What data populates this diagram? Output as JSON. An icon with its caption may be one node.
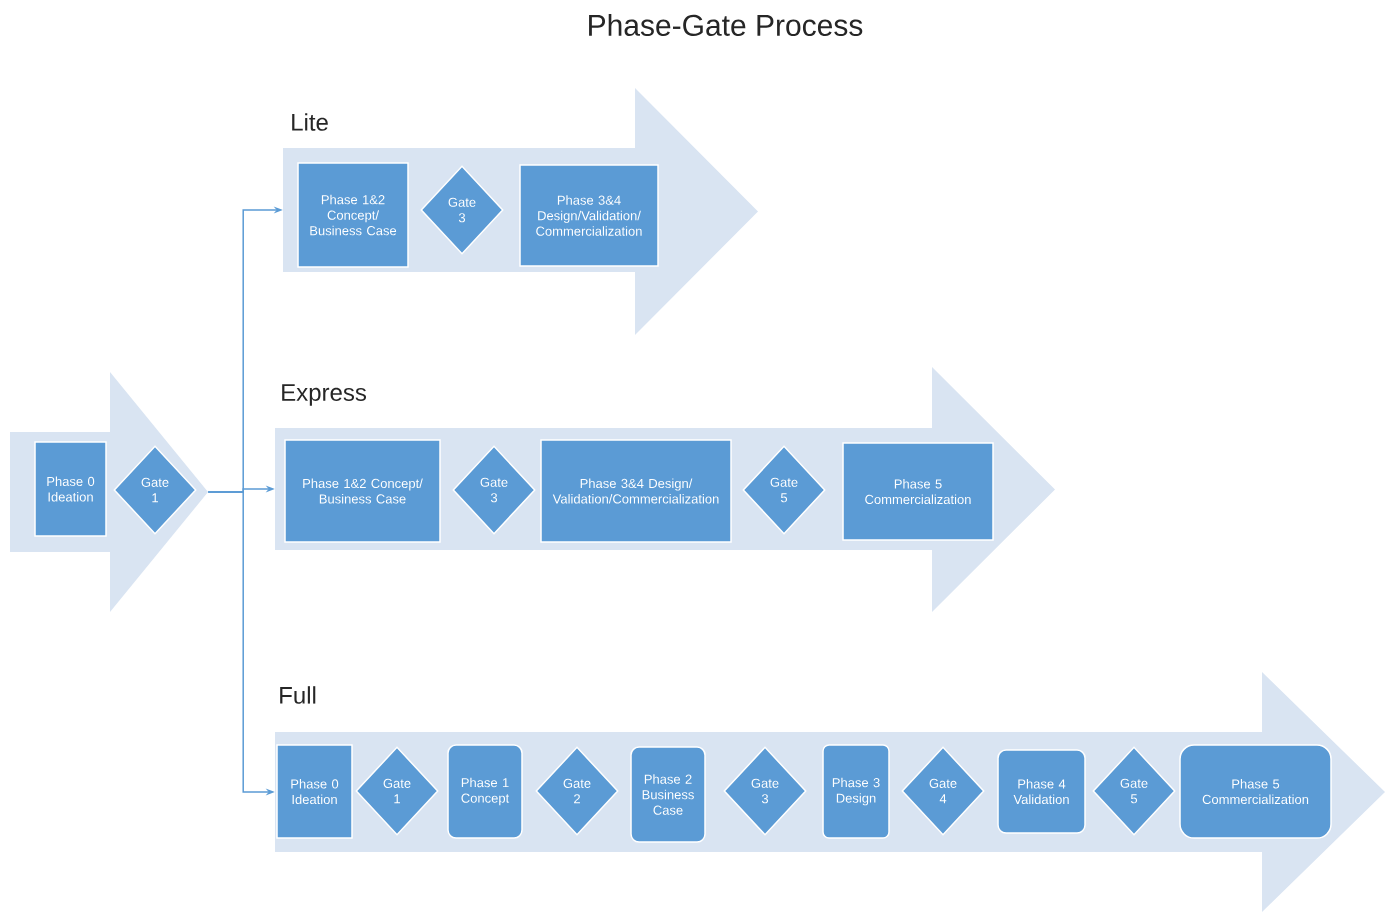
{
  "diagram": {
    "title": "Phase-Gate Process",
    "nodes": [
      {
        "text": [],
        "shape": "arrow"
      },
      {
        "text": [
          "Phase 0 Ideation"
        ],
        "in": 0
      },
      {
        "text": [
          "Gate 1"
        ],
        "in": 0
      },
      {
        "text": [
          "Lite"
        ]
      },
      {
        "text": [
          "Phase 1&2 Concept/Business Case"
        ],
        "in": 3
      },
      {
        "text": [
          "Gate 3"
        ],
        "in": 3
      },
      {
        "text": [
          "Phase 3&4 Design/Validation/Commercialization"
        ],
        "in": 3
      },
      {
        "text": [
          "Express"
        ]
      },
      {
        "text": [
          "Phase 1&2 Concept/Business Case"
        ],
        "in": 7
      },
      {
        "text": [
          "Gate 3"
        ],
        "in": 7
      },
      {
        "text": [
          "Phase 3&4 Design/Validation/Commercialization"
        ],
        "in": 7
      },
      {
        "text": [
          "Gate 5"
        ],
        "in": 7
      },
      {
        "text": [
          "Phase 5 Commercialization"
        ],
        "in": 7
      },
      {
        "text": [
          "Full"
        ]
      },
      {
        "text": [
          "Phase 0 Ideation"
        ],
        "in": 13
      },
      {
        "text": [
          "Gate 1"
        ],
        "in": 13
      },
      {
        "text": [
          "Phase 1 Concept"
        ],
        "in": 13
      },
      {
        "text": [
          "Gate 2"
        ],
        "in": 13
      },
      {
        "text": [
          "Phase 2 Business Case"
        ],
        "in": 13
      },
      {
        "text": [
          "Gate 3"
        ],
        "in": 13
      },
      {
        "text": [
          "Phase 3 Design"
        ],
        "in": 13
      },
      {
        "text": [
          "Gate 4"
        ],
        "in": 13
      },
      {
        "text": [
          "Phase 4 Validation"
        ],
        "in": 13
      },
      {
        "text": [
          "Gate 5"
        ],
        "in": 13
      },
      {
        "text": [
          "Phase 5 Commercialization"
        ],
        "in": 13
      }
    ],
    "edges": [
      {
        "from": 0,
        "to": 3,
        "arrow": "to"
      },
      {
        "from": 0,
        "to": 7,
        "arrow": "to"
      },
      {
        "from": 0,
        "to": 13,
        "arrow": "to"
      }
    ]
  }
}
